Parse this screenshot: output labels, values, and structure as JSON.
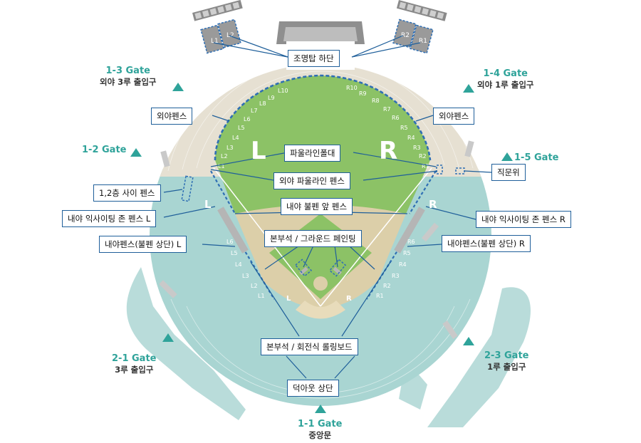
{
  "callouts": {
    "light_tower_base": "조명탑 하단",
    "outfield_fence_left": "외야펜스",
    "outfield_fence_right": "외야펜스",
    "foul_pole_flag": "파울라인폴대",
    "outfield_foul_fence": "외야 파울라인 펜스",
    "judge_post": "직문위",
    "side_fence_12": "1,2층 사이 펜스",
    "bullpen_front_fence": "내야 불펜 앞 펜스",
    "exciting_zone_left": "내야 익사이팅 존 펜스 L",
    "exciting_zone_right": "내야 익사이팅 존 펜스 R",
    "main_stand_ground_painting": "본부석 / 그라운드 페인팅",
    "infield_fence_upper_left": "내야펜스(불펜 상단) L",
    "infield_fence_upper_right": "내야펜스(불펜 상단) R",
    "main_stand_rolling_board": "본부석 / 회전식 롤링보드",
    "dugout_top": "덕아웃 상단"
  },
  "gates": {
    "g13": {
      "name": "1-3 Gate",
      "sub": "외야 3루 출입구"
    },
    "g14": {
      "name": "1-4 Gate",
      "sub": "외야 1루 출입구"
    },
    "g12": {
      "name": "1-2 Gate"
    },
    "g15": {
      "name": "1-5 Gate"
    },
    "g21": {
      "name": "2-1 Gate",
      "sub": "3루 출입구"
    },
    "g23": {
      "name": "2-3 Gate",
      "sub": "1루 출입구"
    },
    "g11": {
      "name": "1-1 Gate",
      "sub": "중앙문"
    }
  },
  "field_letters": {
    "outfield_left": "L",
    "outfield_right": "R",
    "side_left": "L",
    "side_right": "R",
    "home_left": "L",
    "home_right": "R"
  },
  "towers": {
    "left": [
      "L1",
      "L2"
    ],
    "right": [
      "R2",
      "R1"
    ]
  },
  "outfield_markers_left": [
    "L10",
    "L9",
    "L8",
    "L7",
    "L6",
    "L5",
    "L4",
    "L3",
    "L2",
    "L1"
  ],
  "outfield_markers_right": [
    "R10",
    "R9",
    "R8",
    "R7",
    "R6",
    "R5",
    "R4",
    "R3",
    "R2",
    "R1"
  ],
  "infield_markers_left": [
    "L6",
    "L5",
    "L4",
    "L3",
    "L2",
    "L1"
  ],
  "infield_markers_right": [
    "R6",
    "R5",
    "R4",
    "R3",
    "R2",
    "R1"
  ],
  "colors": {
    "teal_stand": "#a9d5d2",
    "teal_plaza": "#b9dcda",
    "beige_stand": "#e6e0d2",
    "field_green": "#8cc266",
    "infield_dirt": "#dccfa9",
    "fence_blue": "#2f6fb4",
    "callout_border": "#1f5f9a",
    "gate_teal": "#2fa39a",
    "tower_gray": "#9a9a9a"
  },
  "icons": {
    "gate_marker": "triangle-up-icon",
    "fence_marker": "dashed-fence-icon",
    "light_tower": "light-tower-icon"
  }
}
